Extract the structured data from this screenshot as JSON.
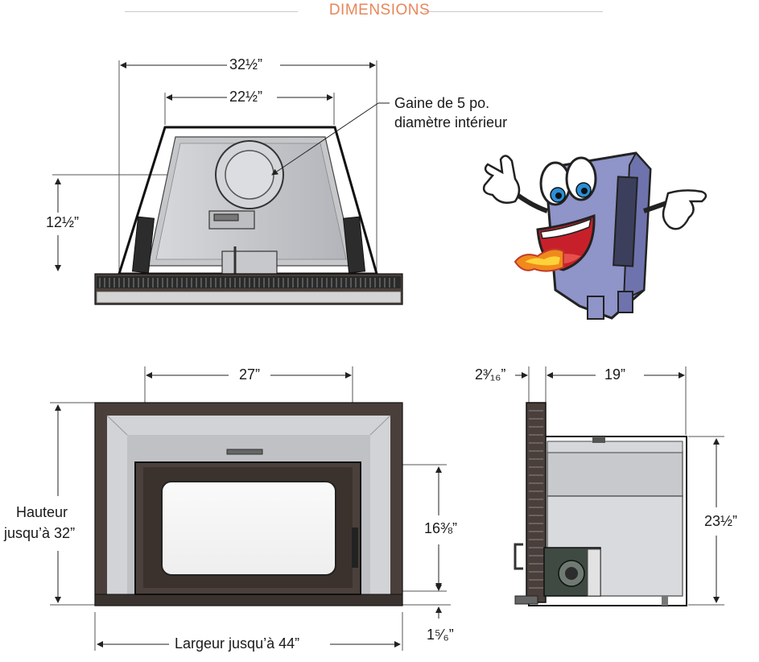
{
  "header": {
    "title": "DIMENSIONS",
    "title_color": "#e8865a"
  },
  "top_view": {
    "width_outer": "32½”",
    "width_inner": "22½”",
    "height": "12½”",
    "flue_note_line1": "Gaine de 5 po.",
    "flue_note_line2": "diamètre intérieur"
  },
  "front_view": {
    "opening_width": "27”",
    "height_line1": "Hauteur",
    "height_line2": "jusqu’à 32”",
    "door_height": "16⅜”",
    "base_height": "1⁵⁄₆”",
    "width_label": "Largeur jusqu’à 44”"
  },
  "side_view": {
    "faceplate_depth": "2³⁄₁₆”",
    "depth": "19”",
    "height": "23½”"
  },
  "mascot": {
    "icon": "stove-mascot-icon"
  }
}
